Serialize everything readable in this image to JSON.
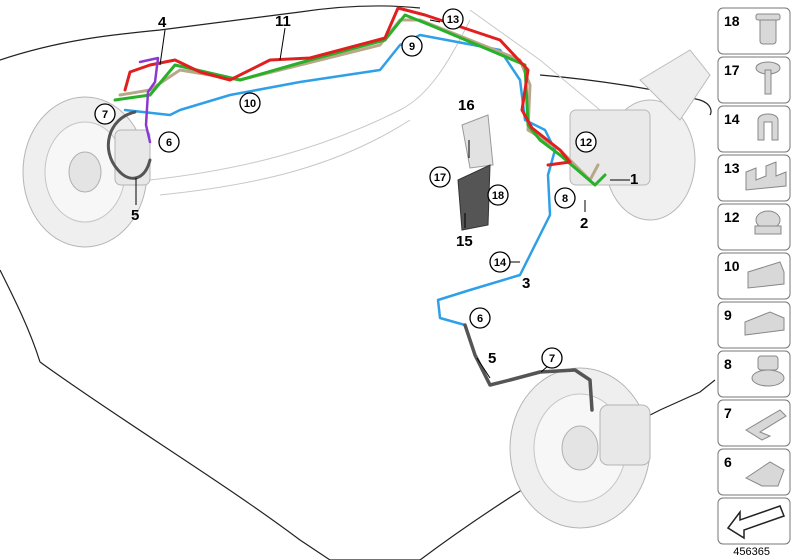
{
  "labels": {
    "l1": "1",
    "l2": "2",
    "l3": "3",
    "l4": "4",
    "l5a": "5",
    "l5b": "5",
    "l11": "11",
    "l15": "15",
    "l16": "16"
  },
  "circled": {
    "c6a": "6",
    "c6b": "6",
    "c7a": "7",
    "c7b": "7",
    "c8": "8",
    "c9": "9",
    "c10": "10",
    "c12": "12",
    "c13": "13",
    "c14": "14",
    "c17": "17",
    "c18": "18"
  },
  "side_panel": [
    "18",
    "17",
    "14",
    "13",
    "12",
    "10",
    "9",
    "8",
    "7",
    "6"
  ],
  "part_code": "456365",
  "colors": {
    "red": "#e02020",
    "green": "#28b028",
    "blue": "#2fa0e8",
    "tan": "#b8a888",
    "purple": "#8a3ad0",
    "outline": "#222222",
    "hose": "#555555"
  }
}
